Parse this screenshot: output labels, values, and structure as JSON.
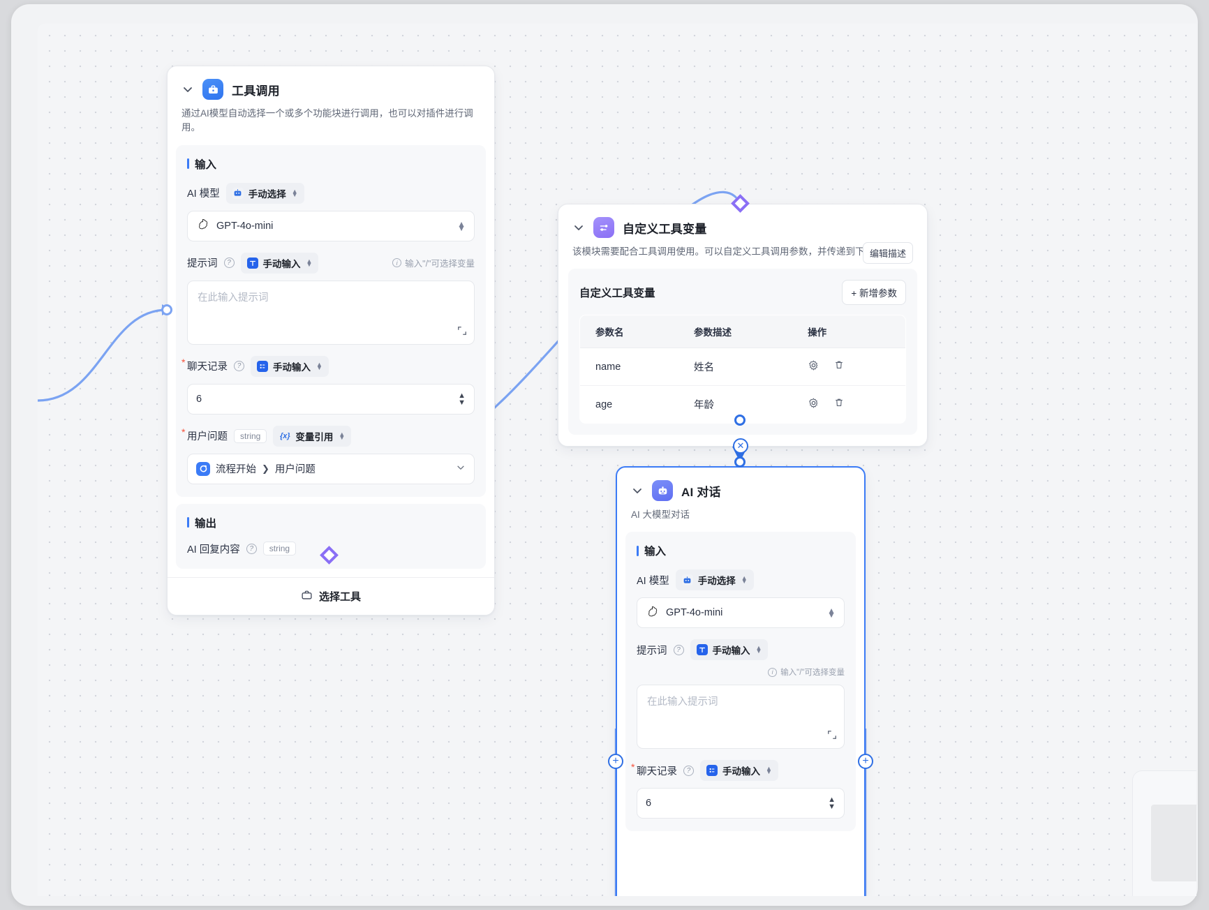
{
  "canvas": {
    "name": "workflow-canvas"
  },
  "nodes": {
    "tool_call": {
      "title": "工具调用",
      "icon": "toolbox-icon",
      "description": "通过AI模型自动选择一个或多个功能块进行调用，也可以对插件进行调用。",
      "input_section": "输入",
      "output_section": "输出",
      "fields": {
        "ai_model_label": "AI 模型",
        "ai_model_mode": "手动选择",
        "ai_model_value": "GPT-4o-mini",
        "prompt_label": "提示词",
        "prompt_mode": "手动输入",
        "prompt_hint": "输入\"/\"可选择变量",
        "prompt_placeholder": "在此输入提示词",
        "chat_label": "聊天记录",
        "chat_mode": "手动输入",
        "chat_value": "6",
        "question_label": "用户问题",
        "question_type": "string",
        "question_mode": "变量引用",
        "question_ref_source": "流程开始",
        "question_ref_field": "用户问题"
      },
      "output": {
        "label": "AI 回复内容",
        "type": "string"
      },
      "footer_label": "选择工具"
    },
    "tool_vars": {
      "title": "自定义工具变量",
      "icon": "sliders-icon",
      "description": "该模块需要配合工具调用使用。可以自定义工具调用参数，并传递到下游节点使用",
      "edit_desc_label": "编辑描述",
      "panel_title": "自定义工具变量",
      "add_param_label": "+ 新增参数",
      "table": {
        "columns": [
          "参数名",
          "参数描述",
          "操作"
        ],
        "rows": [
          {
            "name": "name",
            "desc": "姓名",
            "actions": [
              "settings-icon",
              "trash-icon"
            ]
          },
          {
            "name": "age",
            "desc": "年龄",
            "actions": [
              "settings-icon",
              "trash-icon"
            ]
          }
        ]
      }
    },
    "ai_chat": {
      "title": "AI 对话",
      "icon": "robot-icon",
      "description": "AI 大模型对话",
      "input_section": "输入",
      "fields": {
        "ai_model_label": "AI 模型",
        "ai_model_mode": "手动选择",
        "ai_model_value": "GPT-4o-mini",
        "prompt_label": "提示词",
        "prompt_mode": "手动输入",
        "prompt_hint": "输入\"/\"可选择变量",
        "prompt_placeholder": "在此输入提示词",
        "chat_label": "聊天记录",
        "chat_mode": "手动输入",
        "chat_value": "6"
      }
    }
  },
  "colors": {
    "accent_blue": "#2f6fe4",
    "edge_blue": "#7ba3f2",
    "accent_purple": "#8a6ff5",
    "required_red": "#f5503a",
    "canvas_bg": "#f4f5f7"
  },
  "glyphs": {
    "chevron_down": "⌄",
    "caret_up": "▲",
    "caret_down": "▼",
    "gear": "⚙",
    "trash": "🗑",
    "plus": "+",
    "close": "✕",
    "arrow_right": "❯"
  }
}
